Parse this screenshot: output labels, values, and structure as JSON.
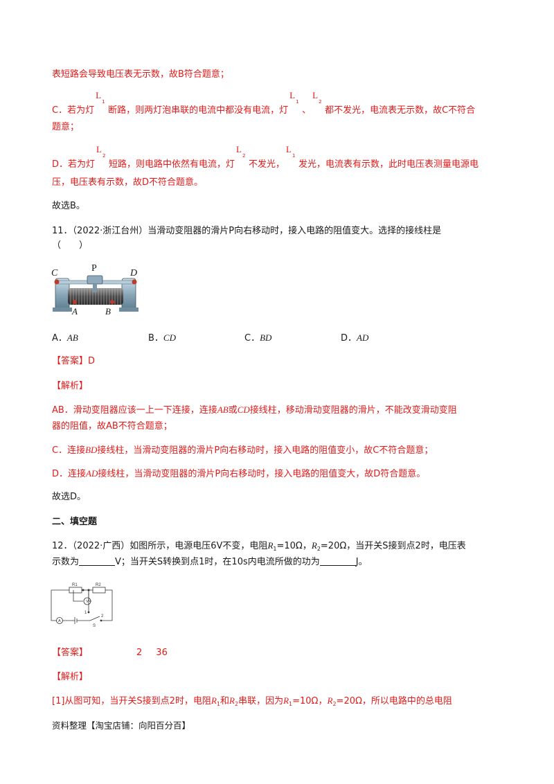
{
  "lines": {
    "l1": "表短路会导致电压表无示数，故B符合题意；",
    "c_1": "C．若为灯",
    "c_2": "断路，则两灯泡串联的电流中都没有电流，灯",
    "c_3": "、",
    "c_4": "都不发光，电流表无示数，故C不符合",
    "c_5": "题意；",
    "d_1": "D．若为灯",
    "d_2": "短路，则电路中依然有电流，灯",
    "d_3": "不发光，",
    "d_4": "发光，电流表有示数，此时电压表测量电源电",
    "d_5": "压，电压表有示数，故D不符合题意。",
    "g1": "故选B。"
  },
  "lamps": {
    "L": "L",
    "one": "1",
    "two": "2"
  },
  "q11": {
    "stem_1": "11．（2022·浙江台州）当滑动变阻器的滑片P向右移动时，接入电路的阻值变大。选择的接线柱是",
    "stem_2": "（　　）",
    "figure_labels": {
      "C": "C",
      "P": "P",
      "D": "D",
      "A": "A",
      "B": "B"
    },
    "options": [
      {
        "key": "A．",
        "val": "AB"
      },
      {
        "key": "B．",
        "val": "CD"
      },
      {
        "key": "C．",
        "val": "BD"
      },
      {
        "key": "D．",
        "val": "AD"
      }
    ],
    "answer_label": "【答案】",
    "answer": "D",
    "analysis_label": "【解析】",
    "e1_a": "AB．滑动变阻器应该一上一下连接，连接",
    "e1_b": "AB",
    "e1_c": "或",
    "e1_d": "CD",
    "e1_e": "接线柱，移动滑动变阻器的滑片，不能改变滑动变阻",
    "e1_f": "器的阻值，故AB不符合题意；",
    "e2_a": "C．连接",
    "e2_b": "BD",
    "e2_c": "接线柱，当滑动变阻器的滑片P向右移动时，接入电路的阻值变小，故C不符合题意；",
    "e3_a": "D．连接",
    "e3_b": "AD",
    "e3_c": "接线柱，当滑动变阻器的滑片P向右移动时，接入电路的阻值变大，故D符合题意。",
    "g": "故选D。"
  },
  "section2": "二、填空题",
  "q12": {
    "s1_a": "12．（2022·广西）如图所示，电源电压6V不变，电阻",
    "r1": "R",
    "r1_sub": "1",
    "s1_b": "=10Ω，",
    "r2": "R",
    "r2_sub": "2",
    "s1_c": "=20Ω，当开关S接到点2时，电压表",
    "s2_a": "示数为",
    "s2_b": "V；当开关S转换到点1时，在10s内电流所做的功为",
    "s2_c": "J。",
    "circuit_labels": {
      "R1": "R1",
      "R2": "R2",
      "V": "V",
      "A": "A",
      "one": "1",
      "two": "2",
      "S": "S"
    },
    "answer_label": "【答案】",
    "ans1": "2",
    "ans2": "36",
    "analysis_label": "【解析】",
    "e1_a": "[1]从图可知，当开关S接到点2时，电阻",
    "e1_b": "和",
    "e1_c": "串联，因为",
    "e1_d": "=10Ω，",
    "e1_e": "=20Ω，所以电路中的总电阻"
  },
  "footer": "资料整理【淘宝店铺：向阳百分百】"
}
